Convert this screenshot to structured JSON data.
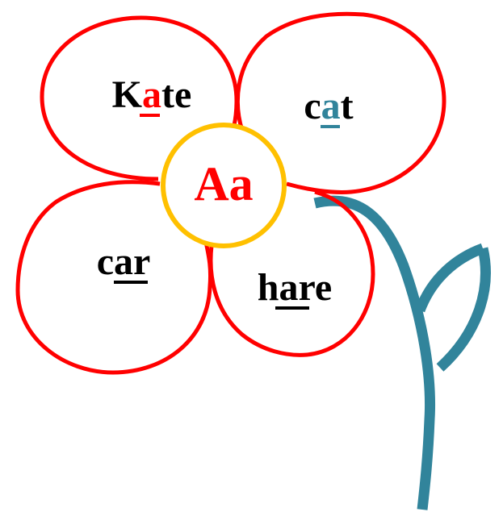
{
  "colors": {
    "petal_stroke": "#FF0000",
    "center_stroke": "#FFC000",
    "stem": "#31849B",
    "text": "#000000",
    "highlight_red": "#FF0000",
    "highlight_teal": "#31849B"
  },
  "center": {
    "text": "Aa",
    "color": "#FF0000"
  },
  "words": {
    "kate": {
      "before": "K",
      "focus": "a",
      "after": "te",
      "focus_color": "#FF0000"
    },
    "cat": {
      "before": "c",
      "focus": "a",
      "after": "t",
      "focus_color": "#31849B"
    },
    "car": {
      "before": "c",
      "focus": "ar",
      "after": "",
      "focus_color": "#000000"
    },
    "hare": {
      "before": "h",
      "focus": "ar",
      "after": "e",
      "focus_color": "#000000"
    }
  }
}
